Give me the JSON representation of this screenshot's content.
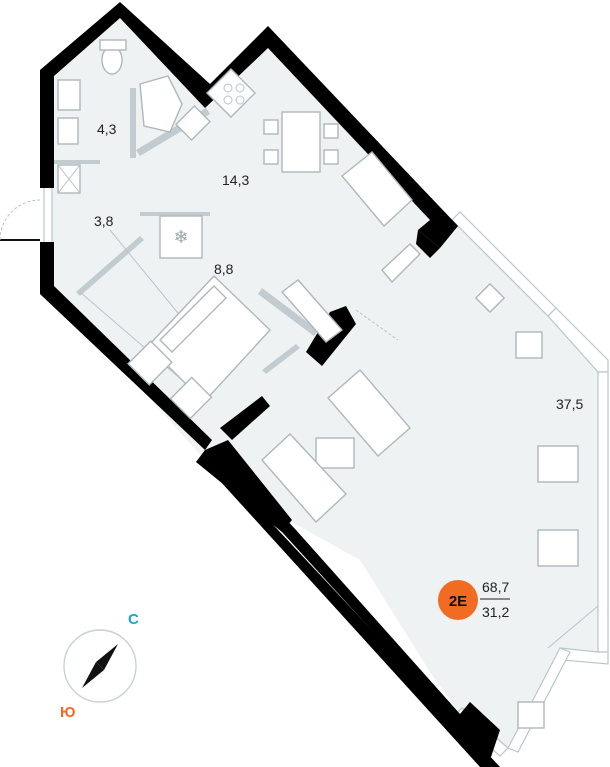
{
  "rooms": {
    "bathroom": "4,3",
    "kitchen": "14,3",
    "hall": "3,8",
    "bedroom": "8,8",
    "living": "37,5"
  },
  "apartment": {
    "type_badge": "2E",
    "total_area": "68,7",
    "living_area": "31,2"
  },
  "compass": {
    "north": "С",
    "south": "Ю"
  },
  "colors": {
    "wall": "#000000",
    "floor": "#eef2f3",
    "badge": "#f26b22",
    "north": "#1aa6c9",
    "south": "#f26b22"
  }
}
